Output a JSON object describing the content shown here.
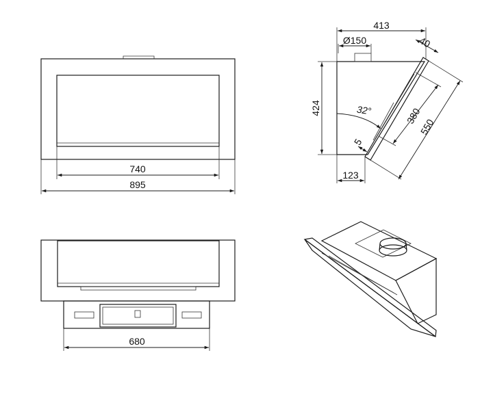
{
  "dimensions": {
    "front_inner_width": "740",
    "front_outer_width": "895",
    "side_depth_top": "413",
    "duct_diameter": "Ø150",
    "glass_thickness": "40",
    "side_height": "424",
    "tilt_angle": "32°",
    "small_gap": "5",
    "panel_length": "380",
    "glass_length": "550",
    "bottom_offset": "123",
    "bottom_width": "680"
  }
}
